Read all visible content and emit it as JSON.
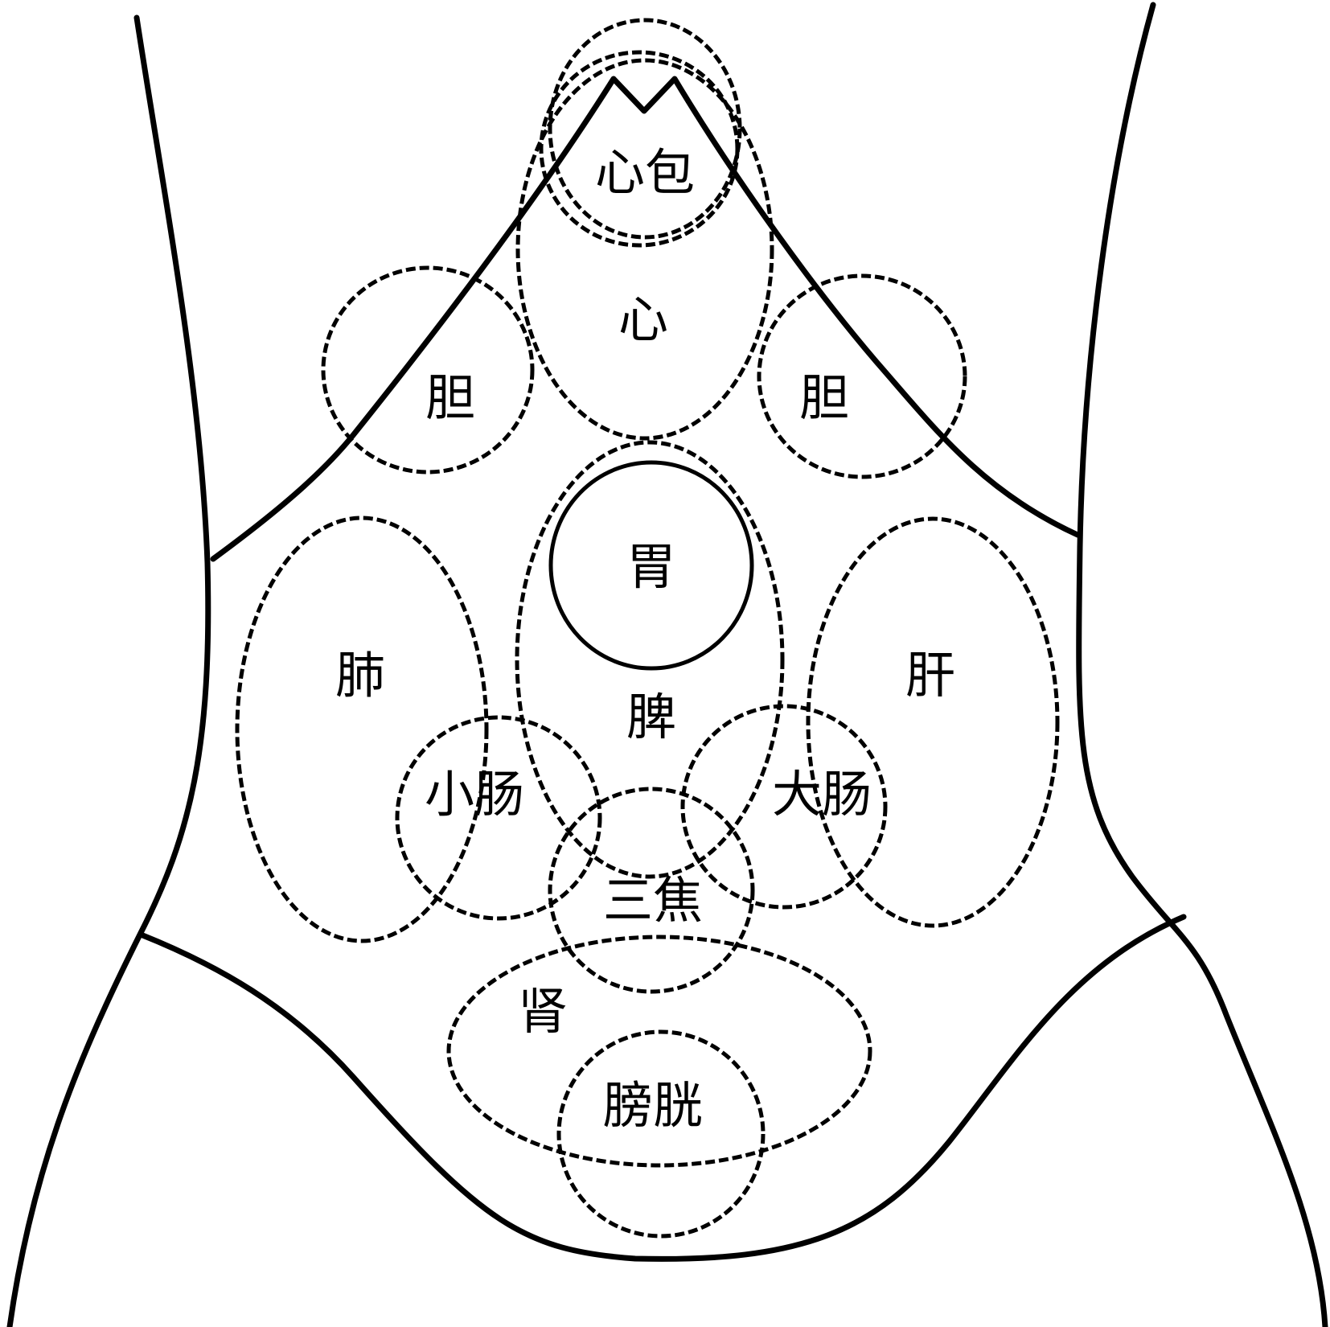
{
  "labels": {
    "pericardium": "心包",
    "heart": "心",
    "gallbladder": "胆",
    "stomach": "胃",
    "lung": "肺",
    "spleen": "脾",
    "liver": "肝",
    "small_intestine": "小肠",
    "large_intestine": "大肠",
    "triple_burner": "三焦",
    "kidney": "肾",
    "bladder": "膀胱"
  },
  "colors": {
    "line": "#000000",
    "background": "#ffffff"
  }
}
